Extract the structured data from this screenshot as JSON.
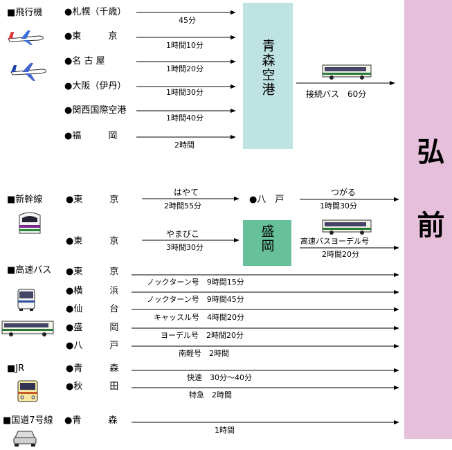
{
  "colors": {
    "aomori_box": "#bfe2e2",
    "morioka_box": "#66c09a",
    "hirosaki_band": "#e6bfdb"
  },
  "destination": "弘前",
  "hubs": {
    "aomori_airport": "青森空港",
    "hachinohe": "●八　戸",
    "morioka": "盛岡"
  },
  "plane": {
    "section": "■飛行機",
    "routes": [
      {
        "origin": "●札幌（千歳）",
        "duration": "45分"
      },
      {
        "origin": "●東　　　京",
        "duration": "1時間10分"
      },
      {
        "origin": "●名 古 屋",
        "duration": "1時間20分"
      },
      {
        "origin": "●大阪（伊丹）",
        "duration": "1時間30分"
      },
      {
        "origin": "●関西国際空港",
        "duration": "1時間40分"
      },
      {
        "origin": "●福　　　岡",
        "duration": "2時間"
      }
    ],
    "connection": "接続バス　60分"
  },
  "shinkansen": {
    "section": "■新幹線",
    "route1": {
      "origin": "●東　　　京",
      "train": "はやて",
      "duration": "2時間55分",
      "next_train": "つがる",
      "next_duration": "1時間30分"
    },
    "route2": {
      "origin": "●東　　　京",
      "train": "やまびこ",
      "duration": "3時間30分",
      "next_bus": "高速バスヨーデル号",
      "next_duration": "2時間20分"
    }
  },
  "highway_bus": {
    "section": "■高速バス",
    "routes": [
      {
        "origin": "●東　　　京",
        "label": "ノックターン号　9時間15分"
      },
      {
        "origin": "●横　　　浜",
        "label": "ノックターン号　9時間45分"
      },
      {
        "origin": "●仙　　　台",
        "label": "キャッスル号　4時間20分"
      },
      {
        "origin": "●盛　　　岡",
        "label": "ヨーデル号　2時間20分"
      },
      {
        "origin": "●八　　　戸",
        "label": "南軽号　2時間"
      }
    ]
  },
  "jr": {
    "section": "■JR",
    "routes": [
      {
        "origin": "●青　　　森",
        "label": "快速　30分～40分"
      },
      {
        "origin": "●秋　　　田",
        "label": "特急　2時間"
      }
    ]
  },
  "route7": {
    "section": "■国道7号線",
    "origin": "●青　　　森",
    "duration": "1時間"
  }
}
